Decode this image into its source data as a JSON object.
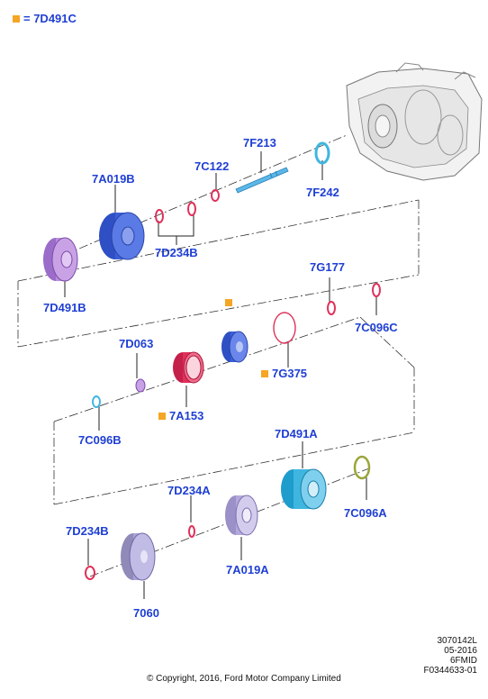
{
  "legend": {
    "marker_color": "#f5a623",
    "text": "= 7D491C"
  },
  "labels": {
    "l7F213": "7F213",
    "l7F242": "7F242",
    "l7C122": "7C122",
    "l7A019B": "7A019B",
    "l7D234B_top": "7D234B",
    "l7D491B": "7D491B",
    "l7G177": "7G177",
    "l7C096C": "7C096C",
    "l7D063": "7D063",
    "l7G375": "7G375",
    "l7A153": "7A153",
    "l7C096B": "7C096B",
    "l7D491A": "7D491A",
    "l7C096A": "7C096A",
    "l7D234A": "7D234A",
    "l7D234B_bottom": "7D234B",
    "l7A019A": "7A019A",
    "l7060": "7060"
  },
  "ref": {
    "line1": "3070142L",
    "line2": "05-2016",
    "line3": "6FMID",
    "line4": "F0344633-01"
  },
  "copyright": "© Copyright, 2016, Ford Motor Company Limited",
  "colors": {
    "label_blue": "#1f3fd4",
    "purple": "#b98fd8",
    "blue_drum": "#3b5fd6",
    "red_ring": "#e0305a",
    "teal": "#3fb6e0",
    "lavender": "#a7a2d8",
    "green_ring": "#9aa53a",
    "orange_marker": "#f5a623"
  }
}
